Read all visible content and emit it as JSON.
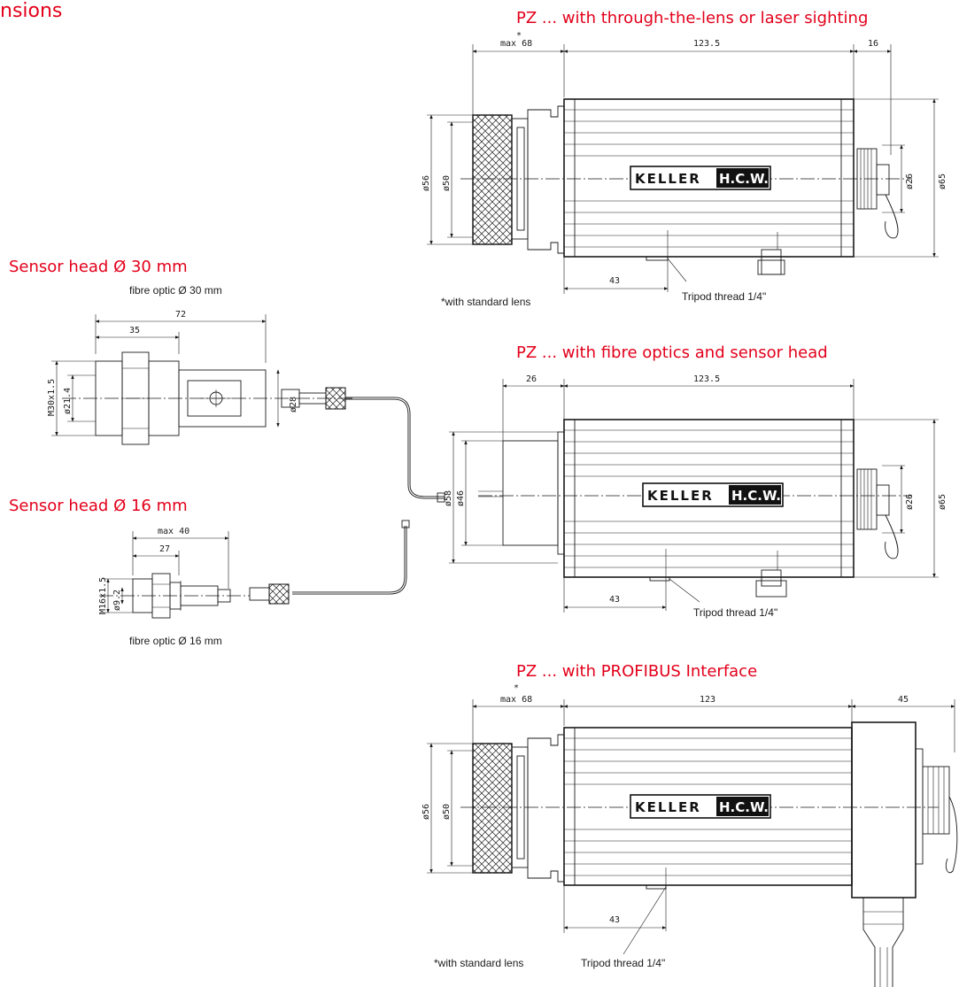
{
  "page_heading": "nsions",
  "views": {
    "laser": {
      "title": "PZ ... with through-the-lens or laser sighting",
      "footnote": "*with standard lens",
      "tripod": "Tripod thread 1/4\"",
      "dims": {
        "max": "max 68",
        "star": "*",
        "length": "123.5",
        "rear": "16",
        "d56": "ø56",
        "d50": "ø50",
        "d26": "ø26",
        "d65": "ø65",
        "base": "43"
      }
    },
    "fibre": {
      "title": "PZ ... with fibre optics and sensor head",
      "tripod": "Tripod thread 1/4\"",
      "dims": {
        "front": "26",
        "length": "123.5",
        "d58": "ø58",
        "d46": "ø46",
        "d26": "ø26",
        "d65": "ø65",
        "base": "43"
      }
    },
    "profibus": {
      "title": "PZ ... with PROFIBUS Interface",
      "footnote": "*with standard lens",
      "tripod": "Tripod thread 1/4\"",
      "dims": {
        "max": "max 68",
        "star": "*",
        "length": "123",
        "rear": "45",
        "d56": "ø56",
        "d50": "ø50",
        "base": "43"
      }
    },
    "head30": {
      "title": "Sensor head Ø 30 mm",
      "caption": "fibre optic Ø 30 mm",
      "dims": {
        "total": "72",
        "body": "35",
        "thread": "M30x1.5",
        "d214": "ø21.4",
        "d28": "ø28"
      }
    },
    "head16": {
      "title": "Sensor head Ø 16 mm",
      "caption": "fibre optic Ø 16 mm",
      "dims": {
        "max": "max 40",
        "body": "27",
        "thread": "M16x1.5",
        "d92": "ø9.2"
      }
    }
  },
  "logo": {
    "brand": "KELLER",
    "sub": "H.C.W."
  }
}
